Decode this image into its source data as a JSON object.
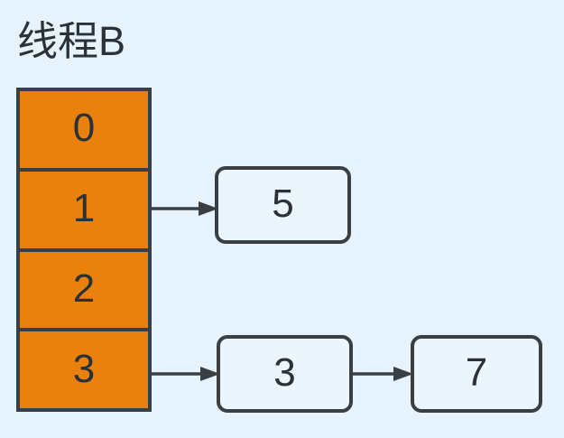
{
  "diagram": {
    "title": "线程B",
    "background_color": "#e6f3fc",
    "stroke_color": "#3a3f44",
    "bucket_color": "#e8820c",
    "node_fill_color": "#eaf5fd",
    "text_color": "#2b3137",
    "buckets": [
      {
        "index": "0"
      },
      {
        "index": "1"
      },
      {
        "index": "2"
      },
      {
        "index": "3"
      }
    ],
    "nodes": [
      {
        "id": "node-5",
        "value": "5"
      },
      {
        "id": "node-3",
        "value": "3"
      },
      {
        "id": "node-7",
        "value": "7"
      }
    ],
    "arrows": [
      {
        "id": "arrow-1",
        "from": "bucket-1",
        "to": "node-5"
      },
      {
        "id": "arrow-2",
        "from": "bucket-3",
        "to": "node-3"
      },
      {
        "id": "arrow-3",
        "from": "node-3",
        "to": "node-7"
      }
    ]
  }
}
